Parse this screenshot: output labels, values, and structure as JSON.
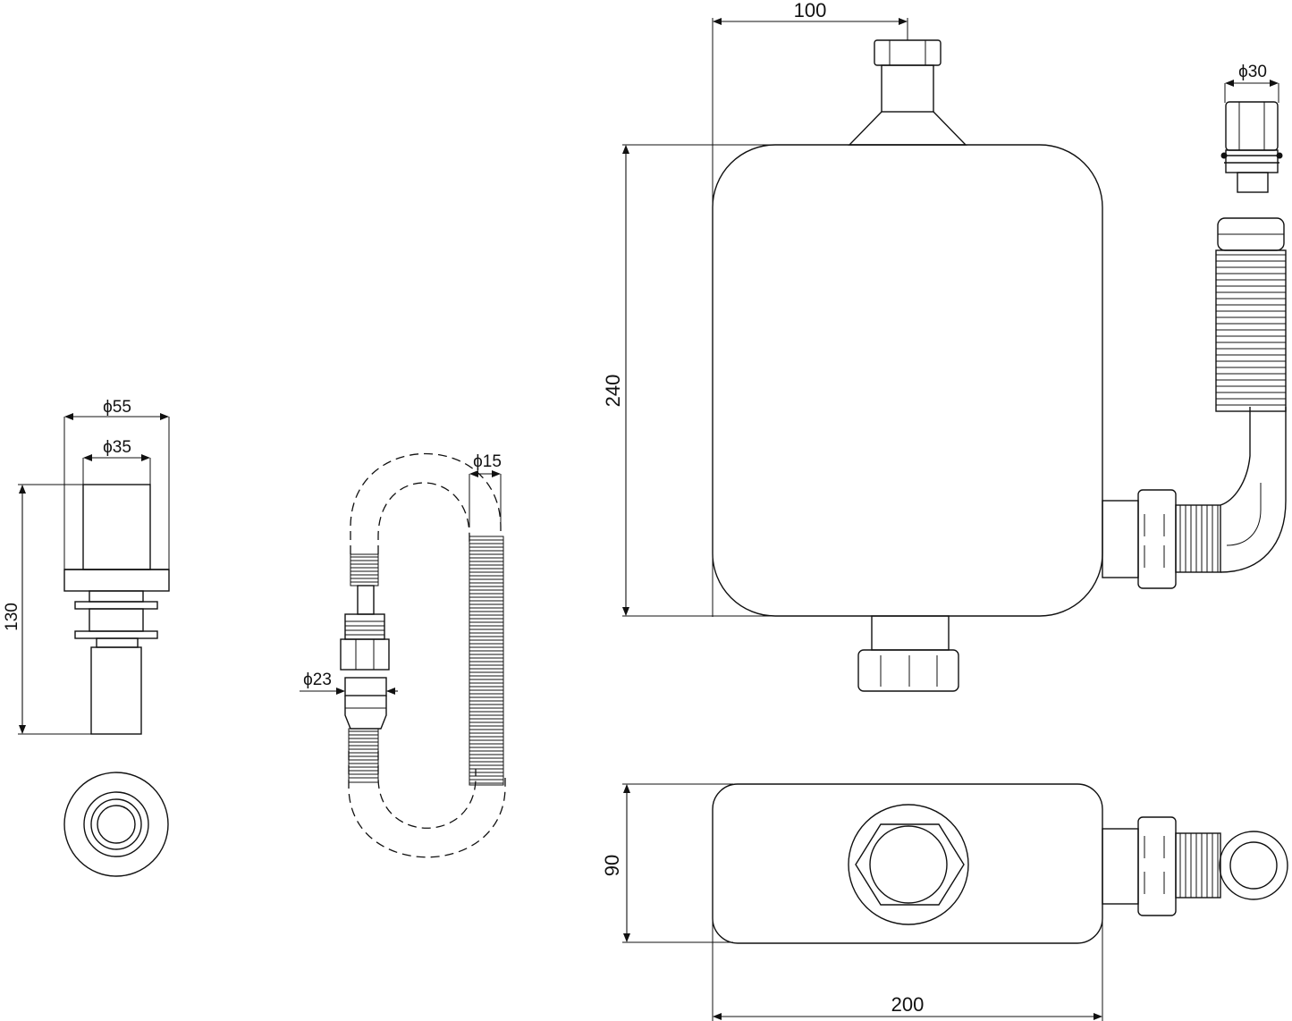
{
  "drawing": {
    "line_color": "#111111",
    "background": "#ffffff",
    "dimensions": {
      "tank_top_width": "100",
      "tank_height": "240",
      "tank_bottom_width": "200",
      "tank_depth": "90",
      "outlet_diameter": "ϕ30",
      "flange_outer_diameter": "ϕ55",
      "flange_inner_diameter": "ϕ35",
      "flange_height": "130",
      "hose_diameter": "ϕ15",
      "connector_diameter": "ϕ23"
    }
  }
}
